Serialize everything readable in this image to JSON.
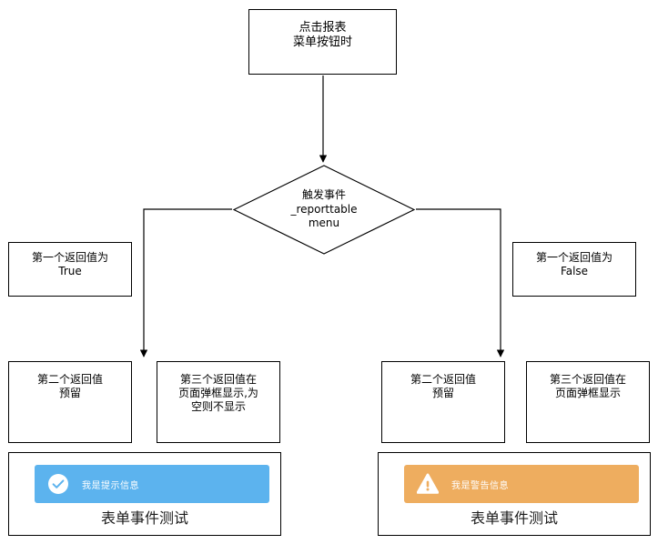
{
  "diagram": {
    "type": "flowchart",
    "nodes": {
      "start": {
        "label": "点击报表\n菜单按钮时",
        "shape": "rectangle"
      },
      "decision": {
        "label": "触发事件\n_reporttable\nmenu",
        "shape": "diamond"
      },
      "branch_true": {
        "label": "第一个返回值为\nTrue",
        "shape": "rectangle"
      },
      "branch_false": {
        "label": "第一个返回值为\nFalse",
        "shape": "rectangle"
      },
      "true_second": {
        "label": "第二个返回值\n预留",
        "shape": "rectangle"
      },
      "true_third": {
        "label": "第三个返回值在\n页面弹框显示,为\n空则不显示",
        "shape": "rectangle"
      },
      "false_second": {
        "label": "第二个返回值\n预留",
        "shape": "rectangle"
      },
      "false_third": {
        "label": "第三个返回值在\n页面弹框显示",
        "shape": "rectangle"
      }
    },
    "panels": {
      "info": {
        "alert_text": "我是提示信息",
        "alert_color": "#5cb3ee",
        "icon": "check-circle-icon",
        "title": "表单事件测试"
      },
      "warning": {
        "alert_text": "我是警告信息",
        "alert_color": "#eead5f",
        "icon": "warning-triangle-icon",
        "title": "表单事件测试"
      }
    },
    "colors": {
      "stroke": "#000000",
      "background": "#ffffff",
      "info_blue": "#5cb3ee",
      "warning_orange": "#eead5f"
    }
  }
}
